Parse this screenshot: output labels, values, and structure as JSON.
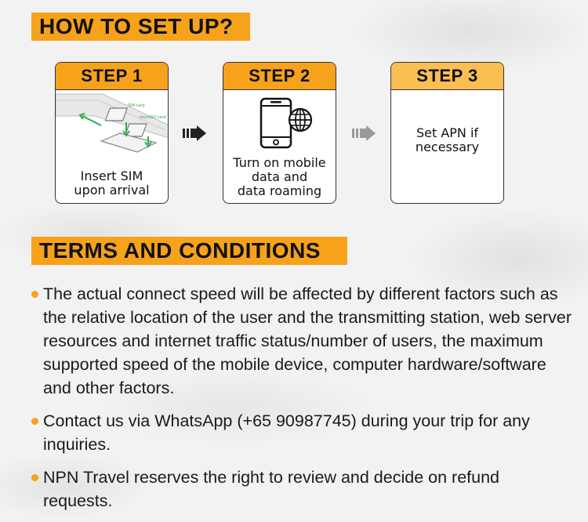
{
  "setup": {
    "title": "HOW TO SET UP?",
    "steps": [
      {
        "label": "STEP 1",
        "text": "Insert SIM\nupon arrival",
        "icon": "sim-card-insert-icon",
        "sim_label": "SIM card",
        "microsd_label": "microSD card"
      },
      {
        "label": "STEP 2",
        "text": "Turn on mobile\ndata and\ndata roaming",
        "icon": "phone-globe-icon"
      },
      {
        "label": "STEP 3",
        "text": "Set APN if\nnecessary"
      }
    ]
  },
  "terms": {
    "title": "TERMS AND CONDITIONS",
    "items": [
      "The actual connect speed will be affected by different factors such as the relative location of the user and the transmitting station, web server resources and internet traffic status/number of users, the maximum supported speed of the mobile device, computer hardware/software and other factors.",
      "Contact us via WhatsApp (+65 90987745) during your trip for any inquiries.",
      "NPN Travel reserves the right to review and decide on refund requests."
    ]
  },
  "colors": {
    "accent": "#f7a21b",
    "accent_light": "#fbbe52",
    "text": "#111111",
    "sim_green": "#2daa4a"
  }
}
